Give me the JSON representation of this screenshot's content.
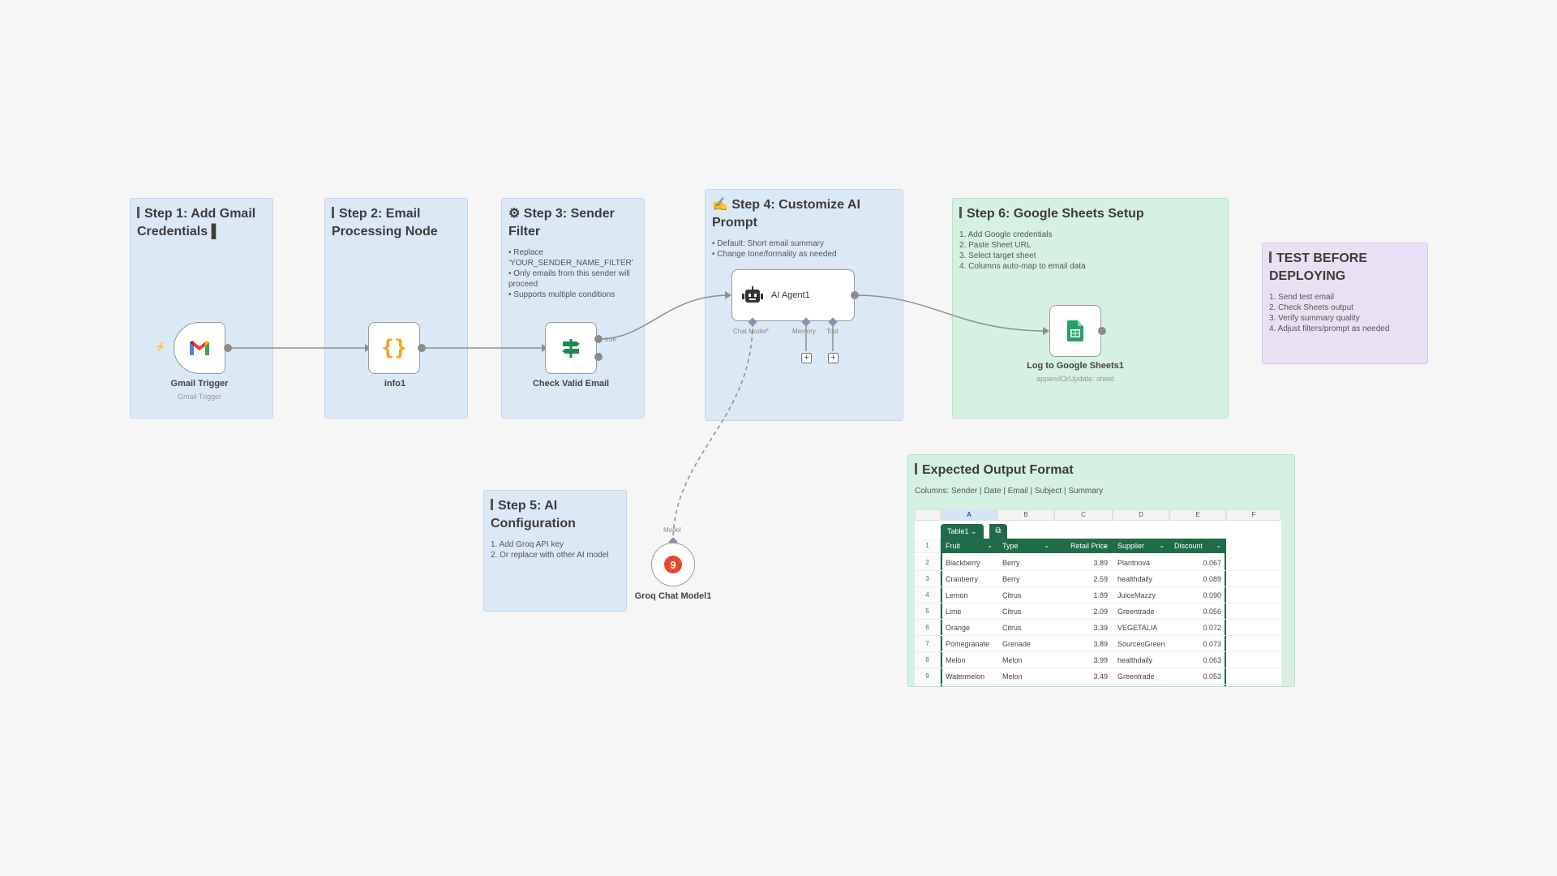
{
  "steps": {
    "step1": {
      "title": "Step 1: Add Gmail Credentials",
      "end_bar": "▌"
    },
    "step2": {
      "title": "Step 2: Email Processing Node"
    },
    "step3": {
      "icon": "gear-icon",
      "title": "Step 3: Sender Filter",
      "lines": [
        "• Replace 'YOUR_SENDER_NAME_FILTER'",
        "• Only emails from this sender will proceed",
        "• Supports multiple conditions"
      ]
    },
    "step4": {
      "icon": "pen-icon",
      "title": "Step 4: Customize AI Prompt",
      "lines": [
        "• Default: Short email summary",
        "• Change tone/formality as needed"
      ]
    },
    "step5": {
      "title": "Step 5: AI Configuration",
      "lines": [
        "1. Add Groq API key",
        "2. Or replace with other AI model"
      ]
    },
    "step6": {
      "title": "Step 6: Google Sheets Setup",
      "lines": [
        "1. Add Google credentials",
        "2. Paste Sheet URL",
        "3. Select target sheet",
        "4. Columns auto-map to email data"
      ]
    },
    "test": {
      "title": "TEST BEFORE DEPLOYING",
      "lines": [
        "1. Send test email",
        "2. Check Sheets output",
        "3. Verify summary quality",
        "4. Adjust filters/prompt as needed"
      ]
    },
    "output": {
      "title": "Expected Output Format",
      "columns_line": "Columns: Sender | Date | Email | Subject | Summary"
    }
  },
  "nodes": {
    "gmail": {
      "label": "Gmail Trigger",
      "sub": "Gmail Trigger",
      "icon": "gmail-icon"
    },
    "info": {
      "label": "info1",
      "icon": "code-braces-icon"
    },
    "check": {
      "label": "Check Valid Email",
      "icon": "signpost-icon",
      "true_label": "true"
    },
    "agent": {
      "label": "AI Agent1",
      "icon": "robot-icon",
      "ports": {
        "chat_model": "Chat Model*",
        "memory": "Memory",
        "tool": "Tool"
      }
    },
    "sheets": {
      "label": "Log to Google Sheets1",
      "sub": "appendOrUpdate: sheet",
      "icon": "google-sheets-icon"
    },
    "groq": {
      "label": "Groq Chat Model1",
      "port_label": "Model",
      "icon": "groq-icon",
      "glyph": "9"
    }
  },
  "spreadsheet": {
    "col_letters": [
      "A",
      "B",
      "C",
      "D",
      "E",
      "F"
    ],
    "table_name": "Table1",
    "headers": [
      "Fruit",
      "Type",
      "Retail Price",
      "Supplier",
      "Discount"
    ],
    "row_numbers": [
      "1",
      "2",
      "3",
      "4",
      "5",
      "6",
      "7",
      "8",
      "9"
    ],
    "rows": [
      [
        "Blackberry",
        "Berry",
        "3.89",
        "Plantnova",
        "0.067"
      ],
      [
        "Cranberry",
        "Berry",
        "2.59",
        "healthdaily",
        "0.089"
      ],
      [
        "Lemon",
        "Citrus",
        "1.89",
        "JuiceMazzy",
        "0.090"
      ],
      [
        "Lime",
        "Citrus",
        "2.09",
        "Greentrade",
        "0.056"
      ],
      [
        "Orange",
        "Citrus",
        "3.39",
        "VEGETALIA",
        "0.072"
      ],
      [
        "Pomegranate",
        "Grenade",
        "3.89",
        "SourceoGreen",
        "0.073"
      ],
      [
        "Melon",
        "Melon",
        "3.99",
        "healthdaily",
        "0.063"
      ],
      [
        "Watermelon",
        "Melon",
        "3.49",
        "Greentrade",
        "0.053"
      ]
    ]
  },
  "colors": {
    "sticky_blue": "#dbe8f6",
    "sticky_green": "#d5f1e1",
    "sticky_purple": "#e7e1f3",
    "sheet_header": "#1f6b4a",
    "groq_red": "#e8472f"
  }
}
